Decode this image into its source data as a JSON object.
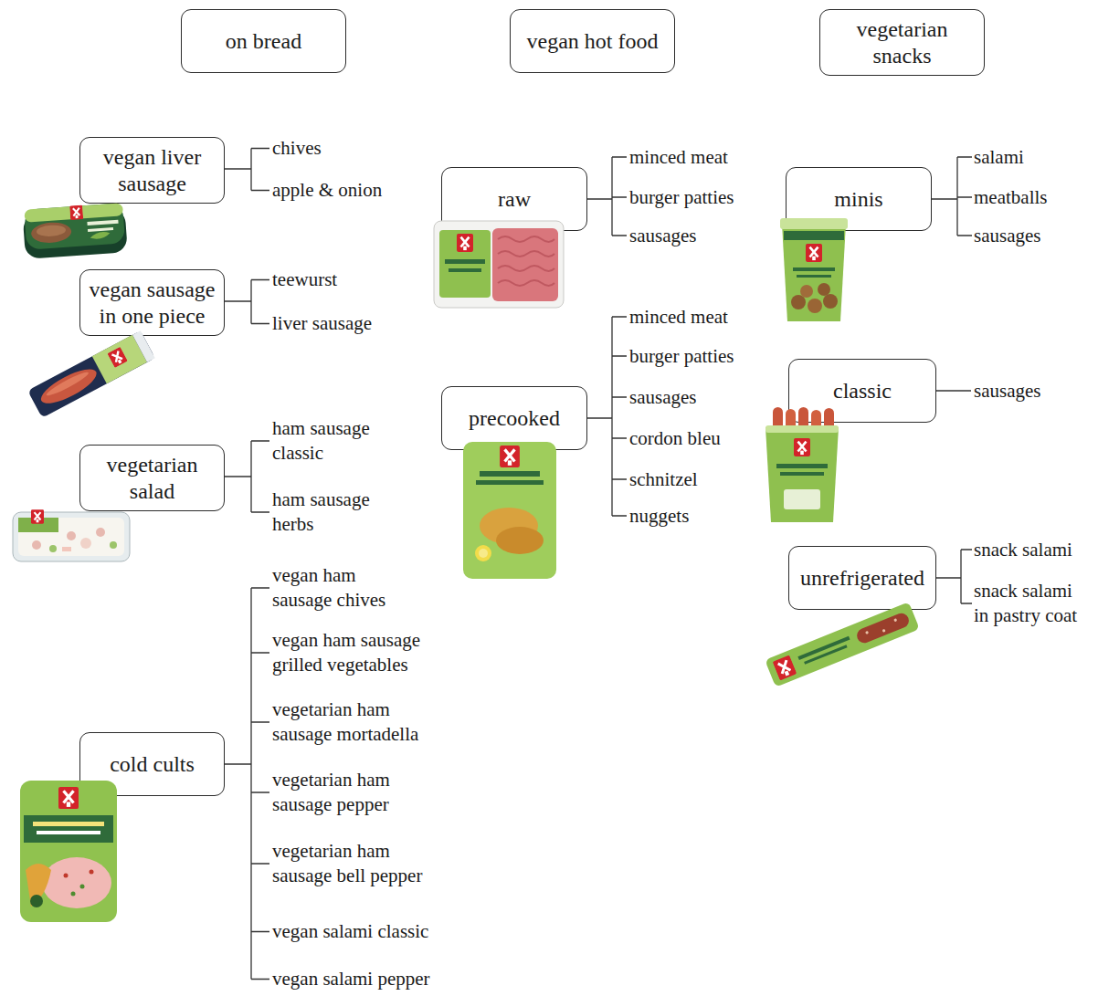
{
  "diagram": {
    "nodes": [
      {
        "text": [
          "on bread"
        ]
      },
      {
        "text": [
          "vegan hot food"
        ]
      },
      {
        "text": [
          "vegetarian snacks"
        ]
      },
      {
        "text": [
          "vegan liver sausage"
        ]
      },
      {
        "text": [
          "vegan sausage in one piece"
        ]
      },
      {
        "text": [
          "vegetarian salad"
        ]
      },
      {
        "text": [
          "cold cults"
        ]
      },
      {
        "text": [
          "raw"
        ]
      },
      {
        "text": [
          "precooked"
        ]
      },
      {
        "text": [
          "minis"
        ]
      },
      {
        "text": [
          "classic"
        ]
      },
      {
        "text": [
          "unrefrigerated"
        ]
      }
    ],
    "labels": [
      "chives",
      "apple & onion",
      "teewurst",
      "liver sausage",
      "ham sausage classic",
      "ham sausage herbs",
      "vegan ham sausage chives",
      "vegan ham sausage grilled vegetables",
      "vegetarian ham sausage mortadella",
      "vegetarian ham sausage pepper",
      "vegetarian ham sausage bell pepper",
      "vegan salami classic",
      "vegan salami pepper",
      "minced meat",
      "burger patties",
      "sausages",
      "minced meat",
      "burger patties",
      "sausages",
      "cordon bleu",
      "schnitzel",
      "nuggets",
      "salami",
      "meatballs",
      "sausages",
      "sausages",
      "snack salami",
      "snack salami in pastry coat"
    ]
  }
}
